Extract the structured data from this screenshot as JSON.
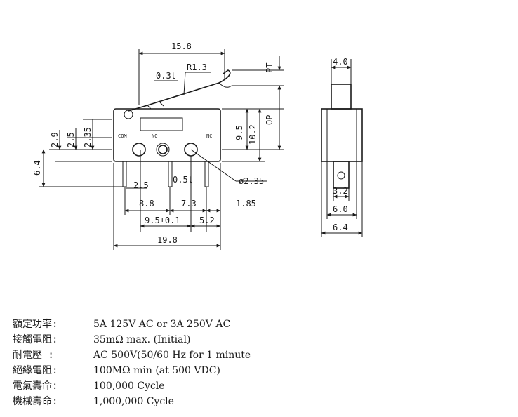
{
  "drawing": {
    "front_view": {
      "dims": {
        "width_top": "15.8",
        "r13": "R1.3",
        "pt": "PT",
        "lever_thk": "0.3t",
        "op": "OP",
        "h95": "9.5",
        "h102": "10.2",
        "d29": "2.9",
        "d25": "2.5",
        "d235": "2.35",
        "d64": "6.4",
        "com": "COM",
        "no": "NO",
        "nc": "NC",
        "hole": "ø2.35",
        "pin_w": "2.5",
        "pin_thk": "0.5t",
        "d88": "8.8",
        "d73": "7.3",
        "d185": "1.85",
        "d95": "9.5±0.1",
        "d52": "5.2",
        "d198": "19.8"
      }
    },
    "side_view": {
      "dims": {
        "top": "4.0",
        "d32": "3.2",
        "d60": "6.0",
        "d64": "6.4"
      }
    }
  },
  "specs": [
    {
      "label": "額定功率:",
      "value": "5A 125V AC or 3A 250V AC"
    },
    {
      "label": "接觸電阻:",
      "value": "35mΩ max. (Initial)"
    },
    {
      "label": "耐電壓 :",
      "value": "AC 500V(50/60 Hz for 1 minute"
    },
    {
      "label": "絕緣電阻:",
      "value": "100MΩ min (at 500 VDC)"
    },
    {
      "label": "電氣壽命:",
      "value": "100,000 Cycle"
    },
    {
      "label": "機械壽命:",
      "value": "1,000,000 Cycle"
    }
  ]
}
